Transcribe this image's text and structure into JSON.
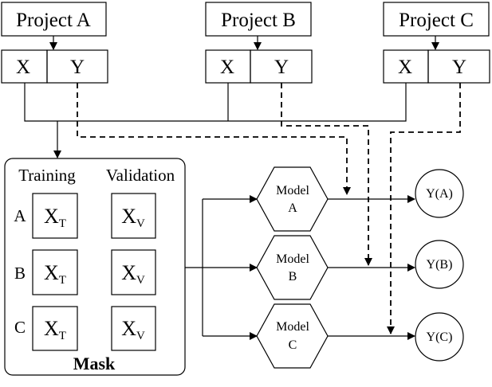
{
  "colors": {
    "blue": "#c5d6ee",
    "red": "#f2d6d6",
    "green": "#e7f0dc",
    "mask_bg": "#e9edf4",
    "hex_bg": "#e9edf4"
  },
  "projects": [
    {
      "title": "Project A",
      "x_label": "X",
      "y_label": "Y"
    },
    {
      "title": "Project B",
      "x_label": "X",
      "y_label": "Y"
    },
    {
      "title": "Project C",
      "x_label": "X",
      "y_label": "Y"
    }
  ],
  "mask": {
    "title": "Mask",
    "col_training": "Training",
    "col_validation": "Validation",
    "rows": [
      {
        "label": "A",
        "train_main": "X",
        "train_sub": "T",
        "val_main": "X",
        "val_sub": "V"
      },
      {
        "label": "B",
        "train_main": "X",
        "train_sub": "T",
        "val_main": "X",
        "val_sub": "V"
      },
      {
        "label": "C",
        "train_main": "X",
        "train_sub": "T",
        "val_main": "X",
        "val_sub": "V"
      }
    ]
  },
  "models": [
    {
      "line1": "Model",
      "line2": "A"
    },
    {
      "line1": "Model",
      "line2": "B"
    },
    {
      "line1": "Model",
      "line2": "C"
    }
  ],
  "outputs": [
    "Y(A)",
    "Y(B)",
    "Y(C)"
  ]
}
